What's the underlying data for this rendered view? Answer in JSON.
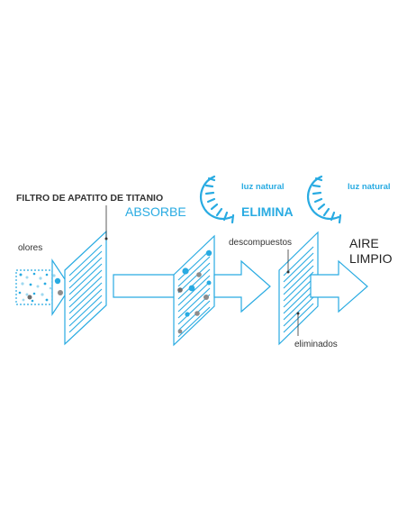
{
  "labels": {
    "filter": "FILTRO DE APATITO DE TITANIO",
    "odors": "olores",
    "absorbs": "ABSORBE",
    "natural_light_1": "luz natural",
    "eliminates": "ELIMINA",
    "decomposed": "descompuestos",
    "natural_light_2": "luz natural",
    "clean_air_line1": "AIRE",
    "clean_air_line2": "LIMPIO",
    "eliminated": "eliminados"
  },
  "colors": {
    "accent": "#29abe2",
    "gray_particle": "#8c8c8c",
    "light_particle": "#9fd9f0",
    "text_dark": "#333333"
  },
  "icons": [
    "sun-rays-icon",
    "sun-rays-icon"
  ]
}
